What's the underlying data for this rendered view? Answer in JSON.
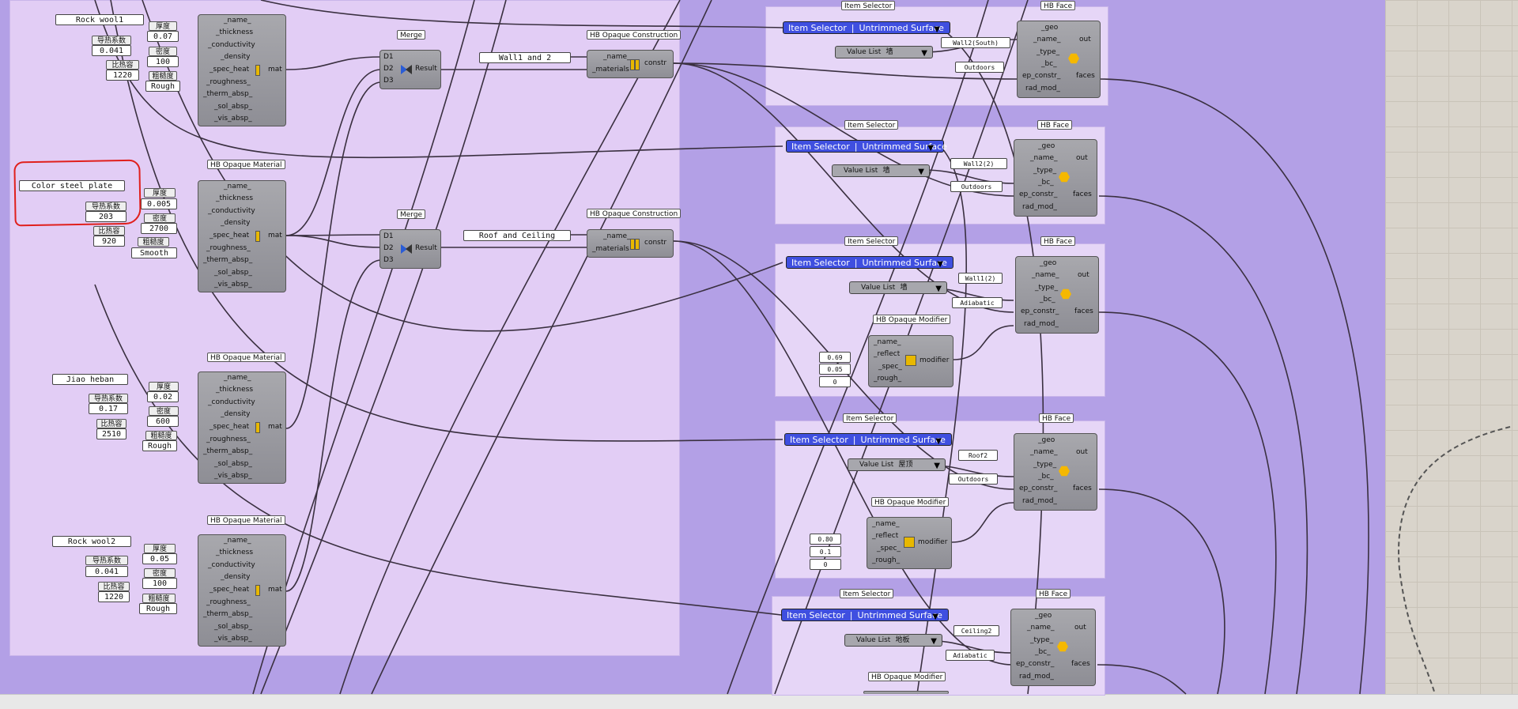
{
  "window": {
    "title": "Grasshopper canvas"
  },
  "materials": [
    {
      "name_value": "Rock wool1",
      "k_label": "导热系数",
      "k_value": "0.041",
      "cp_label": "比热容",
      "cp_value": "1220",
      "t_label": "厚度",
      "t_value": "0.07",
      "rho_label": "密度",
      "rho_value": "100",
      "r_label": "粗糙度",
      "r_value": "Rough"
    },
    {
      "name_value": "Color steel plate",
      "k_label": "导热系数",
      "k_value": "203",
      "cp_label": "比热容",
      "cp_value": "920",
      "t_label": "厚度",
      "t_value": "0.005",
      "rho_label": "密度",
      "rho_value": "2700",
      "r_label": "粗糙度",
      "r_value": "Smooth"
    },
    {
      "name_value": "Jiao heban",
      "k_label": "导热系数",
      "k_value": "0.17",
      "cp_label": "比热容",
      "cp_value": "2510",
      "t_label": "厚度",
      "t_value": "0.02",
      "rho_label": "密度",
      "rho_value": "600",
      "r_label": "粗糙度",
      "r_value": "Rough"
    },
    {
      "name_value": "Rock wool2",
      "k_label": "导热系数",
      "k_value": "0.041",
      "cp_label": "比热容",
      "cp_value": "1220",
      "t_label": "厚度",
      "t_value": "0.05",
      "rho_label": "密度",
      "rho_value": "100",
      "r_label": "粗糙度",
      "r_value": "Rough"
    }
  ],
  "opaque_material": {
    "title": "HB Opaque Material",
    "inputs": [
      "_name_",
      "_thickness",
      "_conductivity",
      "_density",
      "_spec_heat",
      "_roughness_",
      "_therm_absp_",
      "_sol_absp_",
      "_vis_absp_"
    ],
    "output": "mat"
  },
  "merge": {
    "title": "Merge",
    "inputs": [
      "D1",
      "D2",
      "D3"
    ],
    "output": "Result"
  },
  "constructions": [
    {
      "title": "HB Opaque Construction",
      "name_value": "Wall1 and 2",
      "inputs": [
        "_name_",
        "_materials"
      ],
      "output": "constr"
    },
    {
      "title": "HB Opaque Construction",
      "name_value": "Roof and Ceiling",
      "inputs": [
        "_name_",
        "_materials"
      ],
      "output": "constr"
    }
  ],
  "item_selector": {
    "title": "Item Selector",
    "left": "Item Selector",
    "right": "Untrimmed Surface"
  },
  "hb_face": {
    "title": "HB Face",
    "inputs": [
      "_geo",
      "_name_",
      "_type_",
      "_bc_",
      "ep_constr_",
      "rad_mod_"
    ],
    "outputs": [
      "out",
      "faces"
    ]
  },
  "modifier": {
    "title": "HB Opaque Modifier",
    "inputs": [
      "_name_",
      "_reflect",
      "_spec_",
      "_rough_"
    ],
    "output": "modifier"
  },
  "faces": [
    {
      "vl_label": "Value List",
      "vl_value": "墙",
      "name_value": "Wall2(South)",
      "bc_value": "Outdoors"
    },
    {
      "vl_label": "Value List",
      "vl_value": "墙",
      "name_value": "Wall2(2)",
      "bc_value": "Outdoors"
    },
    {
      "vl_label": "Value List",
      "vl_value": "墙",
      "name_value": "Wall1(2)",
      "bc_value": "Adiabatic",
      "mod": [
        "0.69",
        "0.05",
        "0"
      ]
    },
    {
      "vl_label": "Value List",
      "vl_value": "屋顶",
      "name_value": "Roof2",
      "bc_value": "Outdoors",
      "mod": [
        "0.80",
        "0.1",
        "0"
      ]
    },
    {
      "vl_label": "Value List",
      "vl_value": "地板",
      "name_value": "Ceiling2",
      "bc_value": "Adiabatic"
    }
  ],
  "colors": {
    "canvas": "#b3a0e6",
    "group": "#e2cdf5",
    "selector": "#3f4fe0",
    "highlight": "#e0201c",
    "output_icon": "#f5b800"
  }
}
